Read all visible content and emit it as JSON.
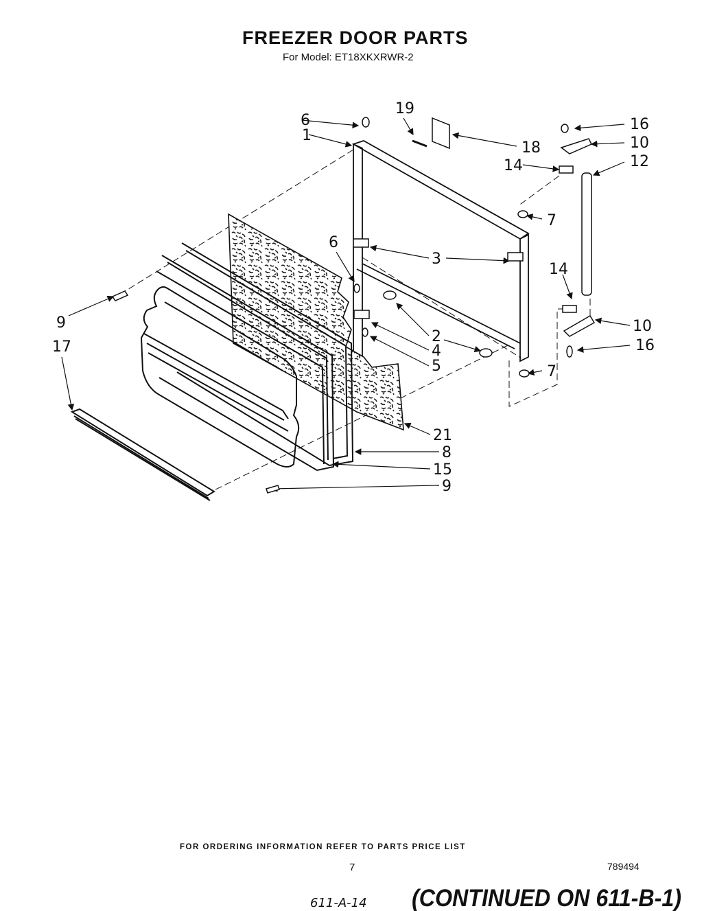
{
  "header": {
    "title": "FREEZER DOOR PARTS",
    "model_line": "For Model: ET18XKXRWR-2"
  },
  "callouts": {
    "c1": "1",
    "c2": "2",
    "c3": "3",
    "c4": "4",
    "c5": "5",
    "c6a": "6",
    "c6b": "6",
    "c7a": "7",
    "c7b": "7",
    "c8": "8",
    "c9a": "9",
    "c9b": "9",
    "c10a": "10",
    "c10b": "10",
    "c12": "12",
    "c14a": "14",
    "c14b": "14",
    "c15": "15",
    "c16a": "16",
    "c16b": "16",
    "c17": "17",
    "c18": "18",
    "c19": "19",
    "c21": "21"
  },
  "footer": {
    "ordering_note": "FOR ORDERING INFORMATION REFER TO PARTS PRICE LIST",
    "page_number": "7",
    "document_number": "789494",
    "handwritten_ref": "611-A-14",
    "continued": "(CONTINUED ON 611-B-1)"
  }
}
